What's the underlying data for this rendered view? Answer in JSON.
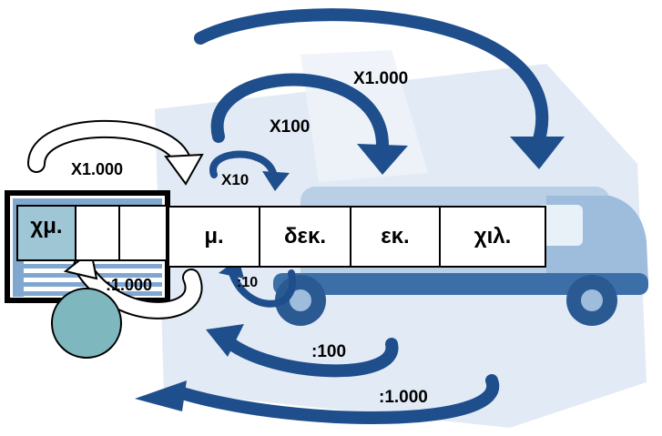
{
  "units": [
    {
      "id": "mm",
      "label": "χμ."
    },
    {
      "id": "blank1",
      "label": ""
    },
    {
      "id": "blank2",
      "label": ""
    },
    {
      "id": "m",
      "label": "μ."
    },
    {
      "id": "dam",
      "label": "δεκ."
    },
    {
      "id": "hm",
      "label": "εκ."
    },
    {
      "id": "km",
      "label": "χιλ."
    }
  ],
  "operations": {
    "multiply_10": "X10",
    "multiply_100": "X100",
    "multiply_1000_top": "X1.000",
    "multiply_1000_left": "X1.000",
    "divide_10": ":10",
    "divide_100": ":100",
    "divide_1000_bottom": ":1.000",
    "divide_1000_left": ":1.000"
  },
  "colors": {
    "dark_arrow": "#1f4e8c",
    "bus_body": "#b9cfe6",
    "bus_dark": "#3c6ea8",
    "cabin_stripe": "#7fa7d0",
    "cabin_cell": "#9fc6d4",
    "head_ball": "#7fb7be"
  }
}
